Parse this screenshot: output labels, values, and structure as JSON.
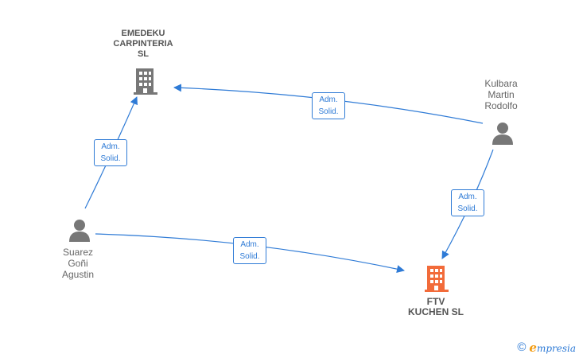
{
  "nodes": {
    "emedeku": {
      "label": "EMEDEKU\nCARPINTERIA\nSL",
      "type": "company",
      "icon": "building-icon",
      "color": "#777777"
    },
    "ftv": {
      "label": "FTV\nKUCHEN SL",
      "type": "company",
      "icon": "building-icon",
      "color": "#f26b3a"
    },
    "kulbara": {
      "label": "Kulbara\nMartin\nRodolfo",
      "type": "person",
      "icon": "person-icon",
      "color": "#777777"
    },
    "suarez": {
      "label": "Suarez\nGoñi\nAgustin",
      "type": "person",
      "icon": "person-icon",
      "color": "#777777"
    }
  },
  "edges": {
    "kulbara_emedeku": {
      "line1": "Adm.",
      "line2": "Solid."
    },
    "suarez_emedeku": {
      "line1": "Adm.",
      "line2": "Solid."
    },
    "kulbara_ftv": {
      "line1": "Adm.",
      "line2": "Solid."
    },
    "suarez_ftv": {
      "line1": "Adm.",
      "line2": "Solid."
    }
  },
  "colors": {
    "edge": "#2f7bd6",
    "accent": "#f26b3a",
    "brand_e": "#f39c12"
  },
  "watermark": {
    "copyright": "©",
    "brand_initial": "e",
    "brand_rest": "mpresia"
  }
}
